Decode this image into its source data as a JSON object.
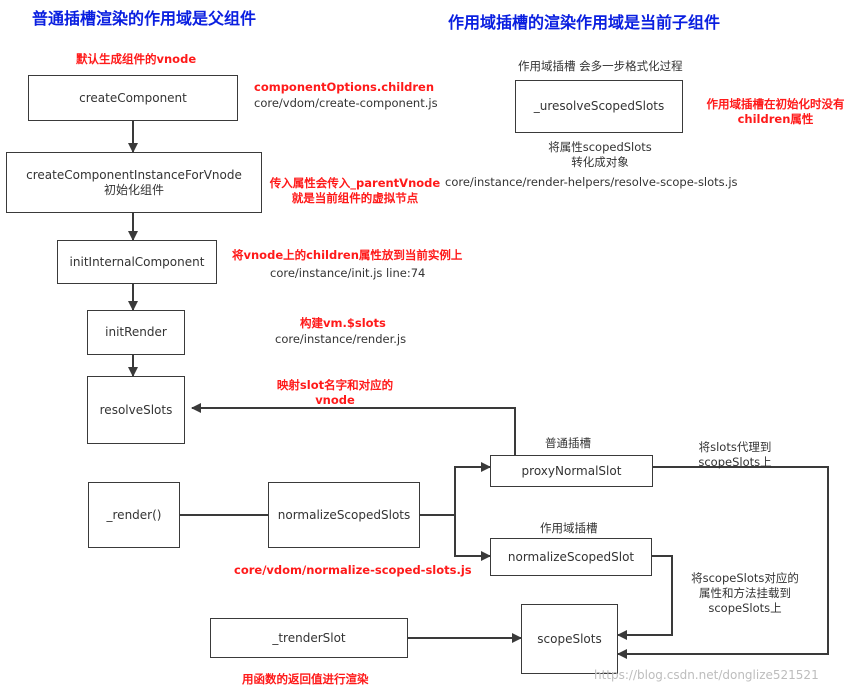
{
  "titles": {
    "left": "普通插槽渲染的作用域是父组件",
    "right": "作用域插槽的渲染作用域是当前子组件"
  },
  "boxes": {
    "create_component": "createComponent",
    "create_instance_line1": "createComponentInstanceForVnode",
    "create_instance_line2": "初始化组件",
    "init_internal": "initInternalComponent",
    "init_render": "initRender",
    "resolve_slots": "resolveSlots",
    "render": "_render()",
    "normalize_scoped_slots": "normalizeScopedSlots",
    "proxy_normal_slot": "proxyNormalSlot",
    "normalize_scoped_slot": "normalizeScopedSlot",
    "scope_slots": "scopeSlots",
    "t_render_slot": "_trenderSlot",
    "u_resolve_scoped_slots": "_uresolveScopedSlots"
  },
  "annotations": {
    "default_vnode": "默认生成组件的vnode",
    "component_options_children": "componentOptions.children",
    "create_component_path": "core/vdom/create-component.js",
    "parent_vnode_line1": "传入属性会传入_parentVnode",
    "parent_vnode_line2": "就是当前组件的虚拟节点",
    "children_to_instance": "将vnode上的children属性放到当前实例上",
    "init_path": "core/instance/init.js line:74",
    "build_slots": "构建vm.$slots",
    "render_path": "core/instance/render.js",
    "map_slot_line1": "映射slot名字和对应的",
    "map_slot_line2": "vnode",
    "normal_slot_label": "普通插槽",
    "scoped_slot_label": "作用域插槽",
    "proxy_to_scope_line1": "将slots代理到",
    "proxy_to_scope_line2": "scopeSlots上",
    "mount_line1": "将scopeSlots对应的",
    "mount_line2": "属性和方法挂载到",
    "mount_line3": "scopeSlots上",
    "normalize_path": "core/vdom/normalize-scoped-slots.js",
    "render_by_return": "用函数的返回值进行渲染",
    "scoped_slot_format": "作用域插槽 会多一步格式化过程",
    "no_children_line1": "作用域插槽在初始化时没有",
    "no_children_line2": "children属性",
    "format_line1": "将属性scopedSlots",
    "format_line2": "转化成对象",
    "resolve_scope_path": "core/instance/render-helpers/resolve-scope-slots.js"
  },
  "watermark": "https://blog.csdn.net/donglize521521",
  "colors": {
    "title_blue": "#0a1fe0",
    "annotation_red": "#ff1a1a",
    "line": "#3a3a3a"
  }
}
